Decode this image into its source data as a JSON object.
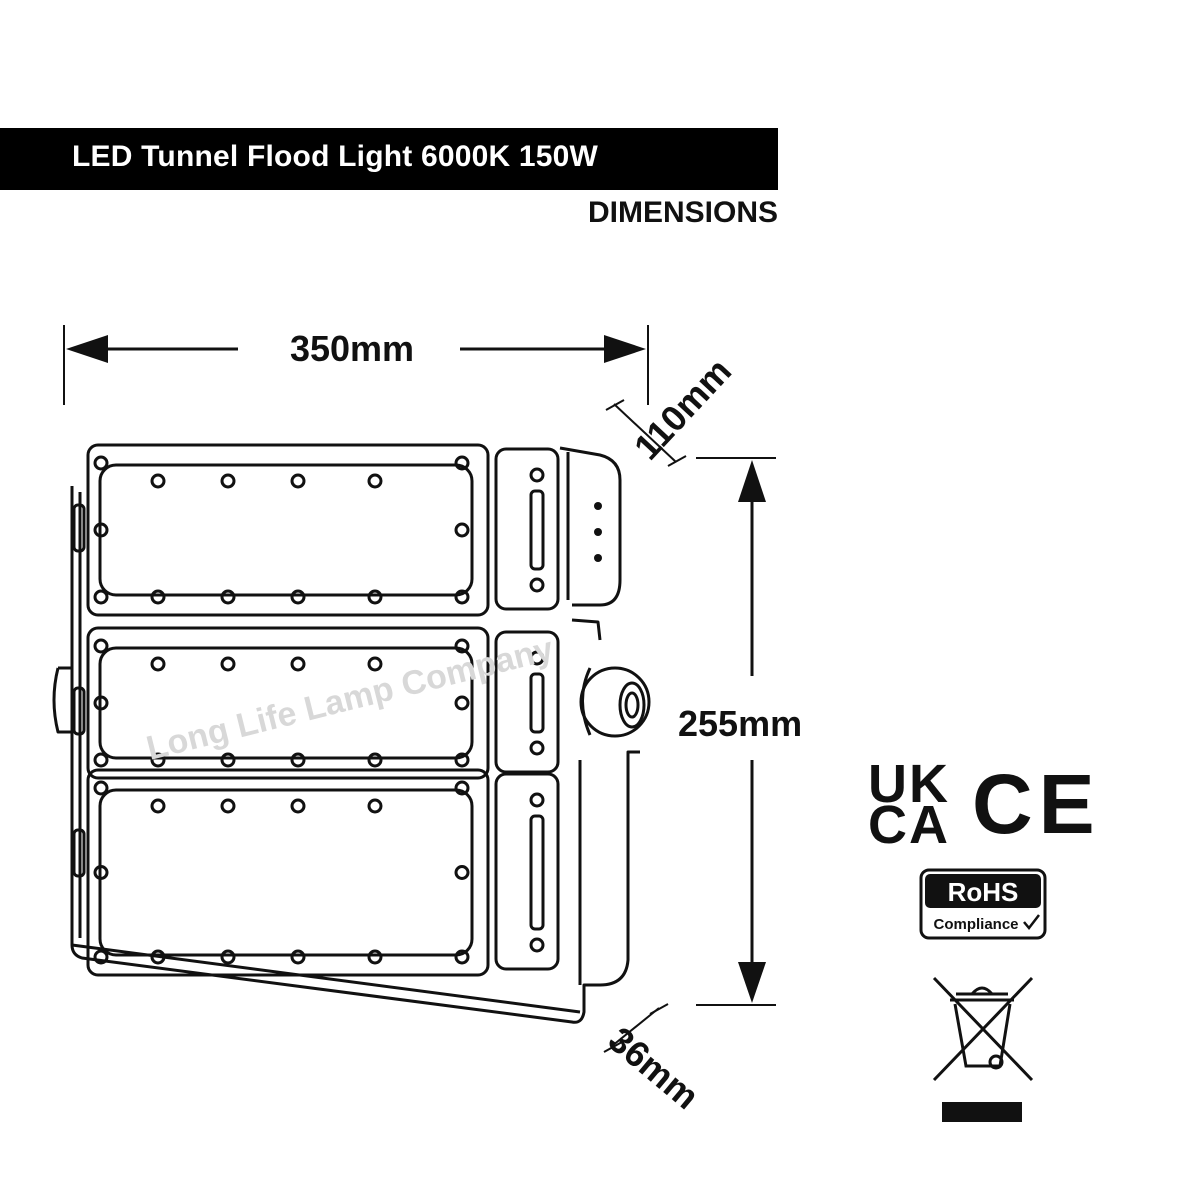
{
  "header": {
    "title": "LED Tunnel Flood Light 6000K 150W",
    "subtitle": "DIMENSIONS"
  },
  "dimensions": {
    "width": "350mm",
    "depth_top": "110mm",
    "height": "255mm",
    "depth_bottom": "36mm"
  },
  "watermark": "Long Life Lamp Company",
  "certifications": {
    "ukca_top": "UK",
    "ukca_bottom": "CA",
    "ce": "CE",
    "rohs_title": "RoHS",
    "rohs_sub": "Compliance"
  },
  "icons": {
    "weee": "crossed-out-wheelie-bin-icon",
    "rohs_check": "check-icon"
  },
  "colors": {
    "line": "#111111",
    "background": "#ffffff",
    "title_bar": "#000000"
  }
}
